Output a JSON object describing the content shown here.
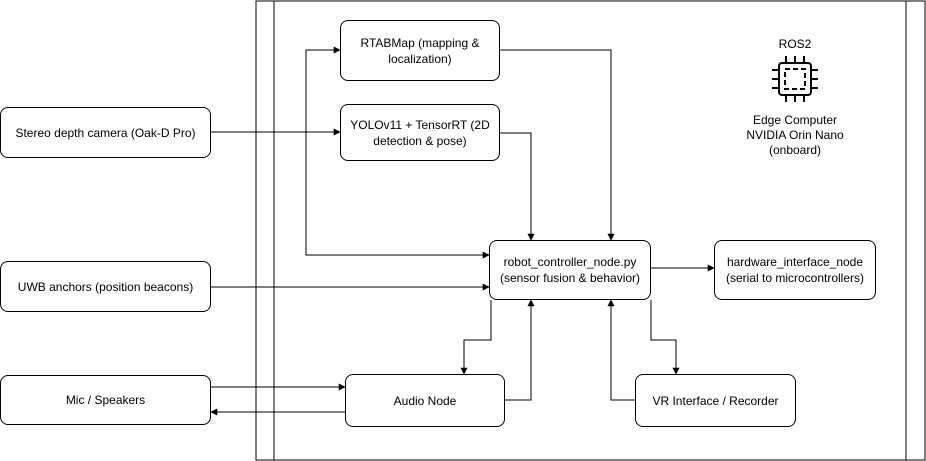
{
  "container": {
    "title": "ROS2"
  },
  "edge_computer": {
    "icon": "cpu-chip-icon",
    "label": "Edge Computer\nNVIDIA Orin Nano\n(onboard)"
  },
  "nodes": {
    "stereo": "Stereo depth camera (Oak-D Pro)",
    "uwb": "UWB anchors (position beacons)",
    "mic": "Mic / Speakers",
    "rtabmap": "RTABMap (mapping &\nlocalization)",
    "yolo": "YOLOv11 + TensorRT (2D\ndetection & pose)",
    "controller": "robot_controller_node.py\n(sensor fusion & behavior)",
    "hardware": "hardware_interface_node\n(serial to microcontrollers)",
    "audio": "Audio Node",
    "vr": "VR Interface / Recorder"
  }
}
